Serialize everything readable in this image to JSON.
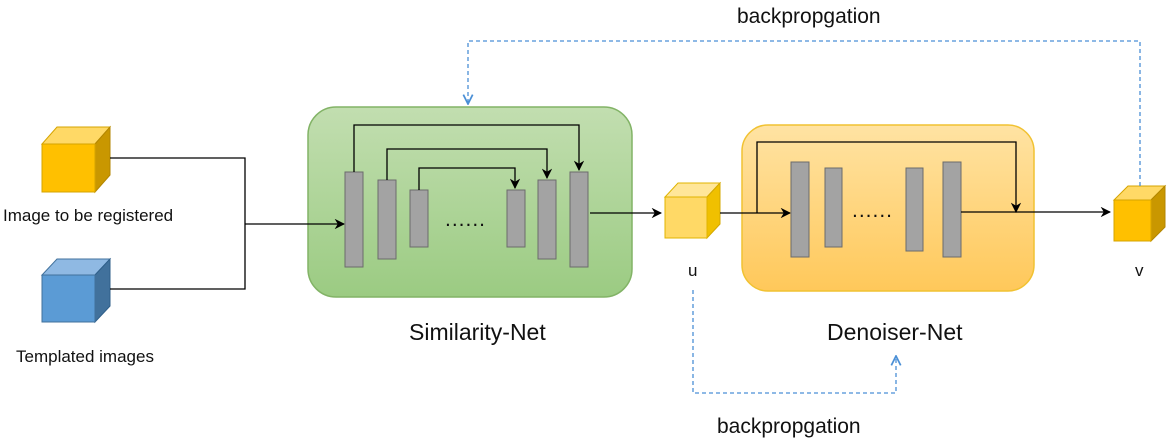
{
  "labels": {
    "backprop_top": "backpropgation",
    "backprop_bottom": "backpropgation",
    "input_registered": "Image to be registered",
    "input_templated": "Templated images",
    "similarity_net": "Similarity-Net",
    "denoiser_net": "Denoiser-Net",
    "u": "u",
    "v": "v",
    "sim_dots": "......",
    "den_dots": "......"
  },
  "colors": {
    "similarity_fill_top": "#c2deb0",
    "similarity_fill_bottom": "#9bcb82",
    "similarity_stroke": "#82b366",
    "denoiser_fill_top": "#ffe3a3",
    "denoiser_fill_bottom": "#ffc85a",
    "denoiser_stroke": "#f1c232",
    "layer_fill": "#a3a3a3",
    "layer_stroke": "#6b6b6b",
    "cube_orange": "#ffc000",
    "cube_blue": "#5b9bd5",
    "cube_light_orange": "#ffd966",
    "dashed_arrow": "#4a8fd6",
    "arrow": "#000000"
  },
  "icons": {
    "input_registered": "orange-cube-icon",
    "input_templated": "blue-cube-icon",
    "u": "light-orange-cube-icon",
    "v": "orange-cube-icon"
  }
}
